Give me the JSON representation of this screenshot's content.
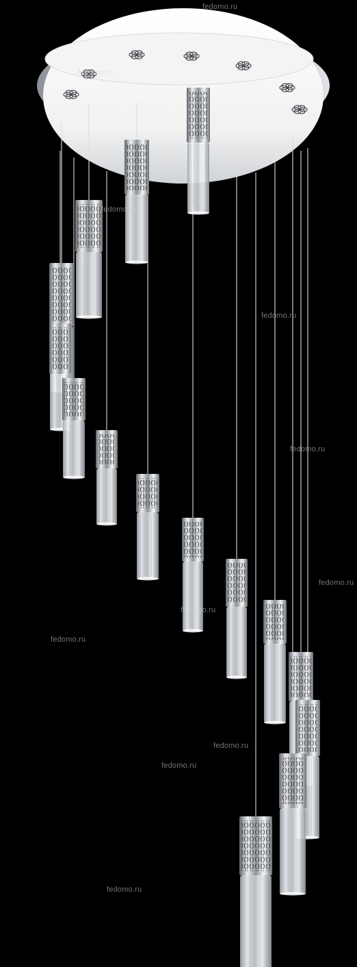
{
  "photo": {
    "subject": "chandelier",
    "background_color": "#000000",
    "canopy_color": "#f4f4f4",
    "chrome_color": "#bfc3c8",
    "glass_color": "#e8ecef",
    "wire_color": "#dcdcdc",
    "pendant_count": 16
  },
  "watermarks": [
    "fedomo.ru",
    "fedomo.ru",
    "fedomo.ru",
    "fedomo.ru",
    "fedomo.ru",
    "fedomo.ru",
    "fedomo.ru",
    "fedomo.ru",
    "fedomo.ru",
    "fedomo.ru",
    "fedomo.ru"
  ]
}
